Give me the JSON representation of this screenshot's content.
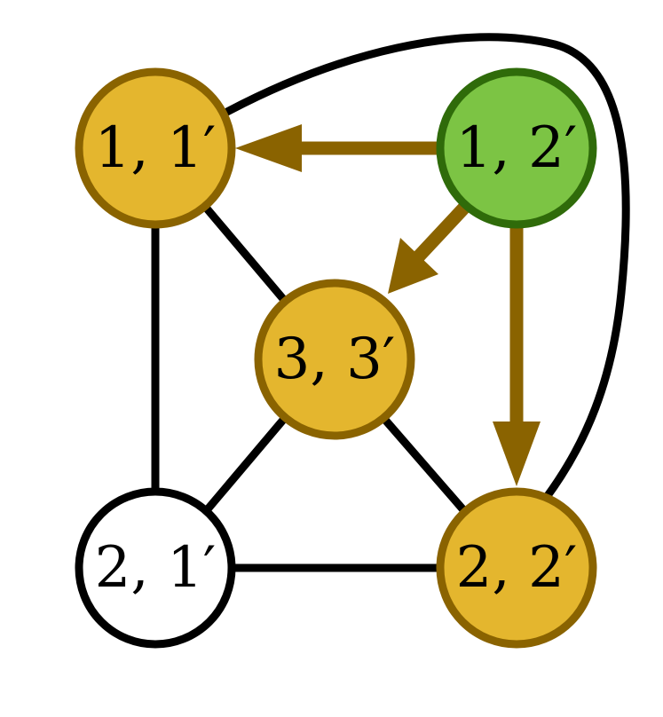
{
  "diagram": {
    "type": "directed-graph",
    "colors": {
      "edge": "#000000",
      "arrow": "#8a6300",
      "gold_fill": "#e4b62e",
      "gold_stroke": "#8a6300",
      "green_fill": "#7cc444",
      "green_stroke": "#2f6b0a",
      "white_fill": "#ffffff",
      "white_stroke": "#000000"
    },
    "nodes": [
      {
        "id": "n11",
        "label": "1, 1′",
        "style": "gold"
      },
      {
        "id": "n12",
        "label": "1, 2′",
        "style": "green"
      },
      {
        "id": "n33",
        "label": "3, 3′",
        "style": "gold"
      },
      {
        "id": "n21",
        "label": "2, 1′",
        "style": "white"
      },
      {
        "id": "n22",
        "label": "2, 2′",
        "style": "gold"
      }
    ],
    "undirected_edges": [
      {
        "from": "n11",
        "to": "n33"
      },
      {
        "from": "n11",
        "to": "n21"
      },
      {
        "from": "n33",
        "to": "n21"
      },
      {
        "from": "n33",
        "to": "n22"
      },
      {
        "from": "n21",
        "to": "n22"
      },
      {
        "from": "n11",
        "to": "n22",
        "shape": "curved-around-top-right"
      }
    ],
    "directed_edges": [
      {
        "from": "n12",
        "to": "n11"
      },
      {
        "from": "n12",
        "to": "n33"
      },
      {
        "from": "n12",
        "to": "n22"
      }
    ]
  }
}
